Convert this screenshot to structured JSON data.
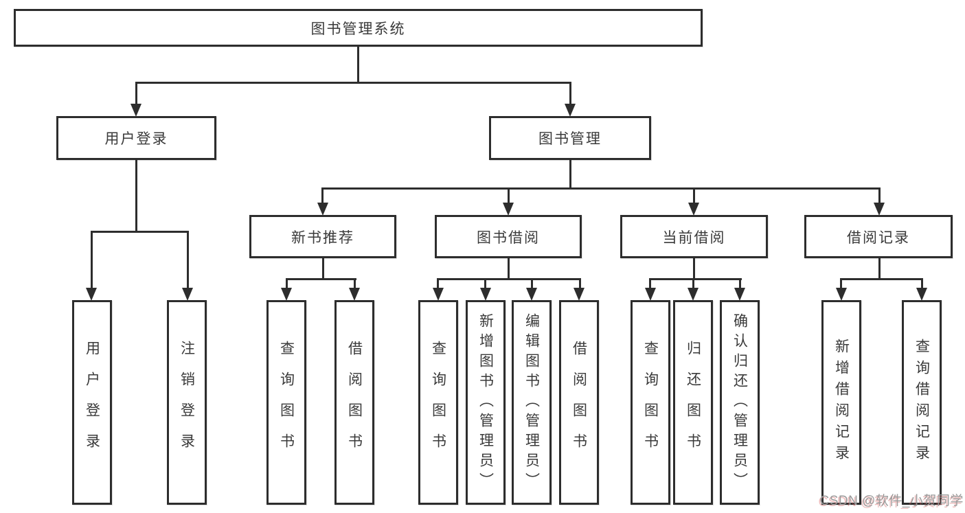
{
  "diagram_title": "图书管理系统",
  "nodes": {
    "root": "图书管理系统",
    "user_login": "用户登录",
    "book_management": "图书管理",
    "new_book_recommend": "新书推荐",
    "book_borrowing": "图书借阅",
    "current_borrowing": "当前借阅",
    "borrowing_records": "借阅记录",
    "leaf_user_login": "用户登录",
    "leaf_logout": "注销登录",
    "leaf_recommend_query_books": "查询图书",
    "leaf_recommend_borrow_books": "借阅图书",
    "leaf_borrow_query_books": "查询图书",
    "leaf_borrow_add_books": "新增图书（管理员）",
    "leaf_borrow_edit_books": "编辑图书（管理员）",
    "leaf_borrow_borrow_books": "借阅图书",
    "leaf_current_query_books": "查询图书",
    "leaf_current_return_books": "归还图书",
    "leaf_current_confirm_return": "确认归还（管理员）",
    "leaf_records_add_record": "新增借阅记录",
    "leaf_records_query_record": "查询借阅记录"
  },
  "watermark": "CSDN @软件_小贺同学",
  "colors": {
    "line": "#2d2d2d",
    "text": "#3a3a3a",
    "background": "#ffffff",
    "watermark": "#9a9a9a"
  }
}
